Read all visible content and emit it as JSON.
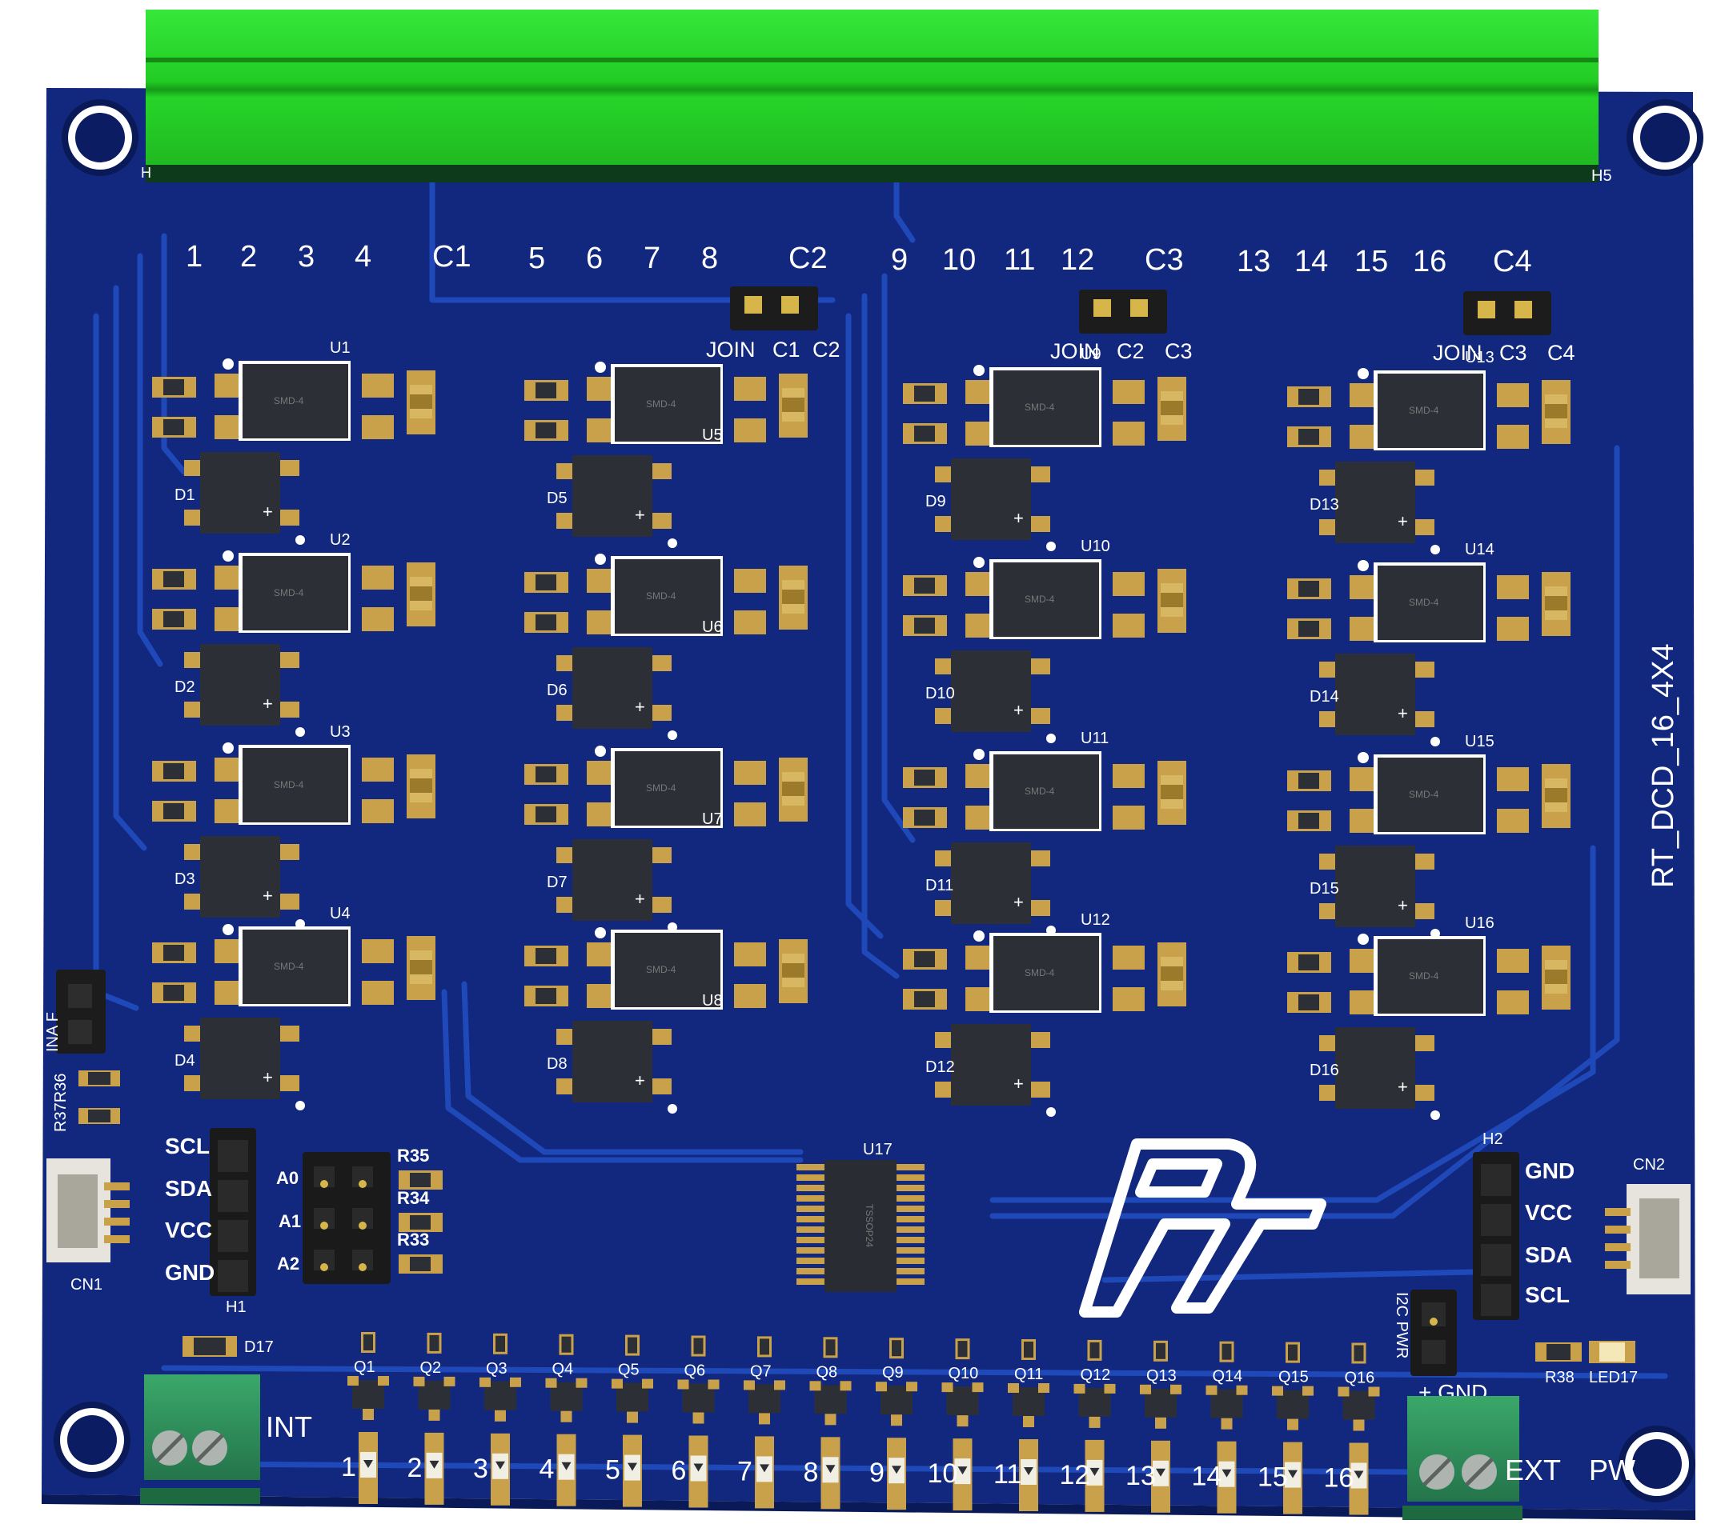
{
  "board": {
    "model_label": "RT_DCD_16_4X4",
    "logo_text": "RT",
    "colors": {
      "board": "#12287e",
      "board_dark": "#0b1c63",
      "trace": "#1f48b8",
      "copper_pad": "#c8a14a",
      "ic_body": "#2d2f36",
      "connector_green": "#27d52a",
      "terminal_green": "#2e8c55",
      "silkscreen": "#ffffff"
    }
  },
  "top_connector": {
    "left_label": "H",
    "right_label": "H5"
  },
  "channel_labels": {
    "group1": [
      "1",
      "2",
      "3",
      "4",
      "C1"
    ],
    "group2": [
      "5",
      "6",
      "7",
      "8",
      "C2"
    ],
    "group3": [
      "9",
      "10",
      "11",
      "12",
      "C3"
    ],
    "group4": [
      "13",
      "14",
      "15",
      "16",
      "C4"
    ]
  },
  "join_jumpers": [
    [
      "JOIN",
      "C1",
      "C2"
    ],
    [
      "JOIN",
      "C2",
      "C3"
    ],
    [
      "JOIN",
      "C3",
      "C4"
    ]
  ],
  "optocoupler_body_text": "SMD-4",
  "optocouplers": [
    "U1",
    "U2",
    "U3",
    "U4",
    "U5",
    "U6",
    "U7",
    "U8",
    "U9",
    "U10",
    "U11",
    "U12",
    "U13",
    "U14",
    "U15",
    "U16"
  ],
  "bridges": [
    "D1",
    "D2",
    "D3",
    "D4",
    "D5",
    "D6",
    "D7",
    "D8",
    "D9",
    "D10",
    "D11",
    "D12",
    "D13",
    "D14",
    "D15",
    "D16"
  ],
  "expander": {
    "ref": "U17",
    "body_text": "TSSOP24"
  },
  "left_header": {
    "ref": "H1",
    "pins": [
      "SCL",
      "SDA",
      "VCC",
      "GND"
    ]
  },
  "right_header": {
    "ref": "H2",
    "pins": [
      "GND",
      "VCC",
      "SDA",
      "SCL"
    ]
  },
  "address_jumpers": {
    "rows": [
      "A0",
      "A1",
      "A2"
    ],
    "resistors": [
      "R35",
      "R34",
      "R33"
    ]
  },
  "left_misc": {
    "jumper_label": "INA F",
    "resistors": "R37R36",
    "cn1": "CN1",
    "d17": "D17"
  },
  "right_misc": {
    "cn2": "CN2",
    "r38": "R38",
    "led17": "LED17",
    "pwr_jumper": "I2C PWR",
    "plus_gnd": "+ GND"
  },
  "transistors": [
    "Q1",
    "Q2",
    "Q3",
    "Q4",
    "Q5",
    "Q6",
    "Q7",
    "Q8",
    "Q9",
    "Q10",
    "Q11",
    "Q12",
    "Q13",
    "Q14",
    "Q15",
    "Q16"
  ],
  "output_numbers": [
    "1",
    "2",
    "3",
    "4",
    "5",
    "6",
    "7",
    "8",
    "9",
    "10",
    "11",
    "12",
    "13",
    "14",
    "15",
    "16"
  ],
  "terminals": {
    "int_label": "INT",
    "ext_label": "EXT",
    "pwr_label": "PW"
  }
}
